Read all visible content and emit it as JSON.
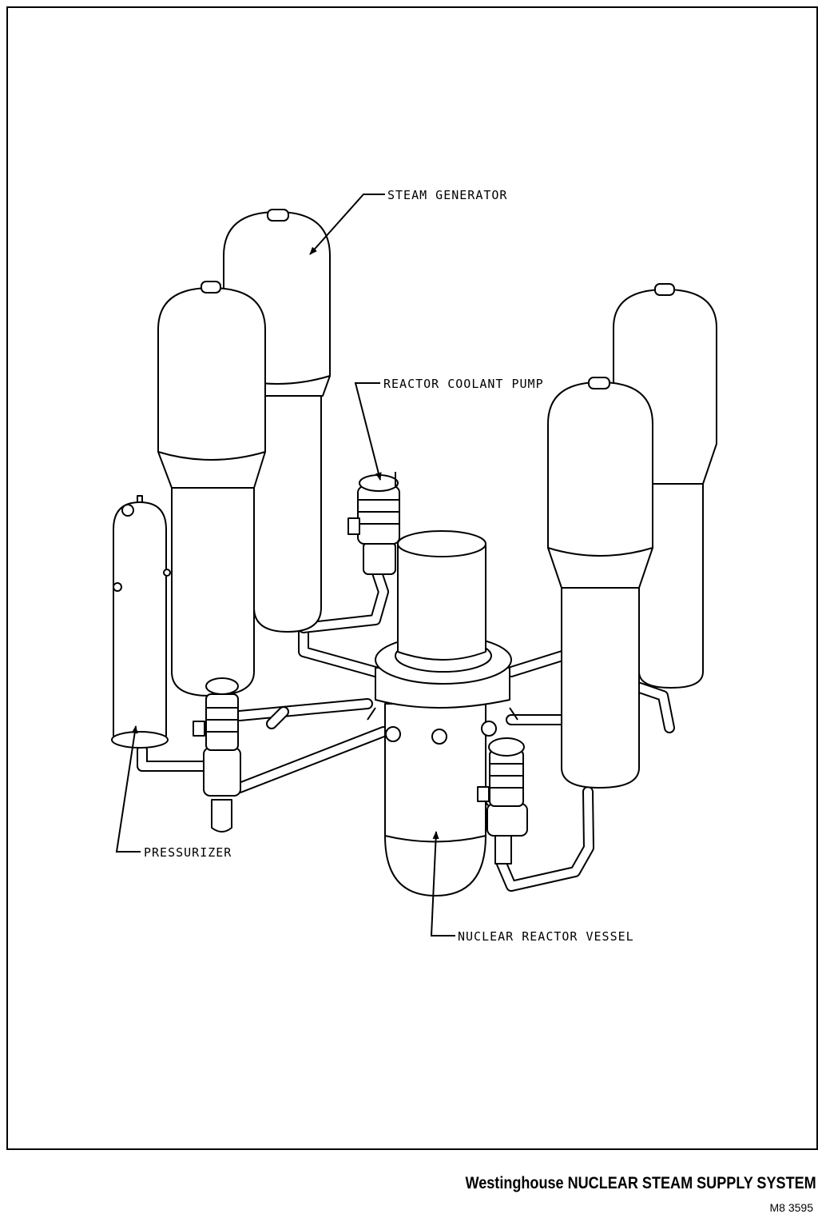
{
  "labels": {
    "steam_generator": "STEAM GENERATOR",
    "reactor_coolant_pump": "REACTOR COOLANT PUMP",
    "pressurizer": "PRESSURIZER",
    "nuclear_reactor_vessel": "NUCLEAR REACTOR VESSEL"
  },
  "caption": "Westinghouse NUCLEAR STEAM SUPPLY SYSTEM",
  "figure_code": "M8 3595"
}
